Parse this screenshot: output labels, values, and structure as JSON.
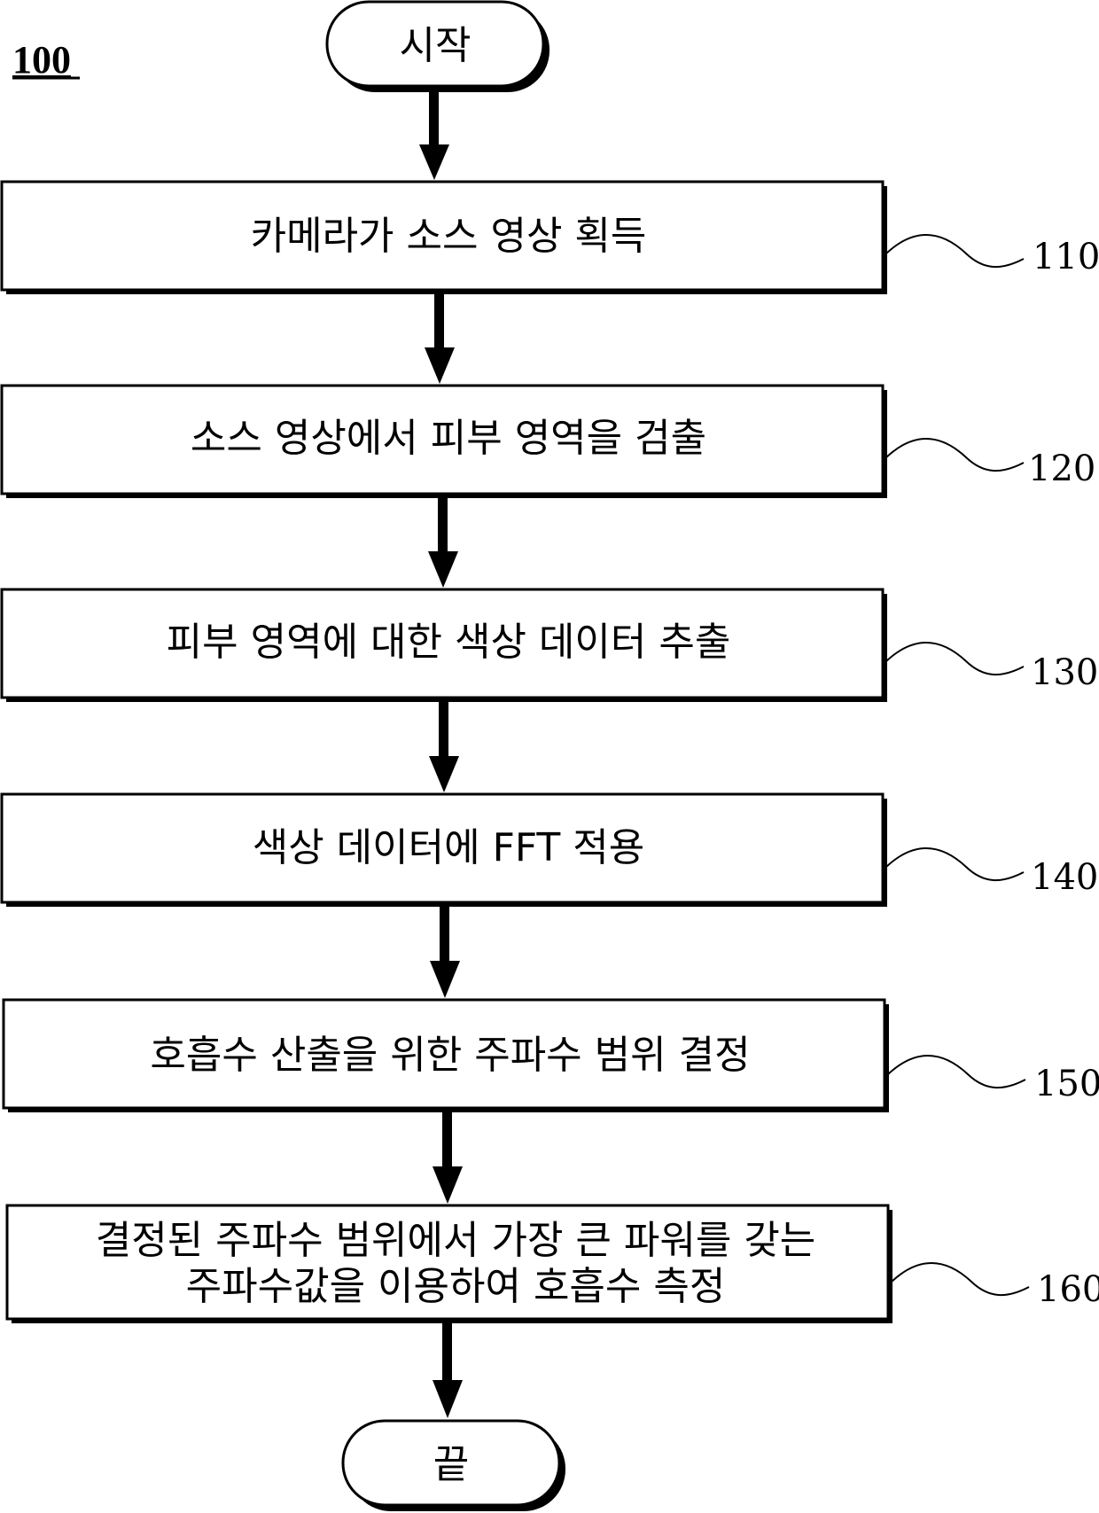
{
  "figure_label": "100",
  "start": {
    "label": "시작"
  },
  "end": {
    "label": "끝"
  },
  "steps": [
    {
      "ref": "110",
      "lines": [
        "카메라가 소스 영상 획득"
      ]
    },
    {
      "ref": "120",
      "lines": [
        "소스 영상에서 피부 영역을 검출"
      ]
    },
    {
      "ref": "130",
      "lines": [
        "피부 영역에 대한 색상 데이터 추출"
      ]
    },
    {
      "ref": "140",
      "lines": [
        "색상 데이터에 FFT 적용"
      ]
    },
    {
      "ref": "150",
      "lines": [
        "호흡수 산출을 위한 주파수 범위 결정"
      ]
    },
    {
      "ref": "160",
      "lines": [
        "결정된 주파수 범위에서 가장 큰 파워를 갖는",
        "주파수값을 이용하여 호흡수 측정"
      ]
    }
  ]
}
